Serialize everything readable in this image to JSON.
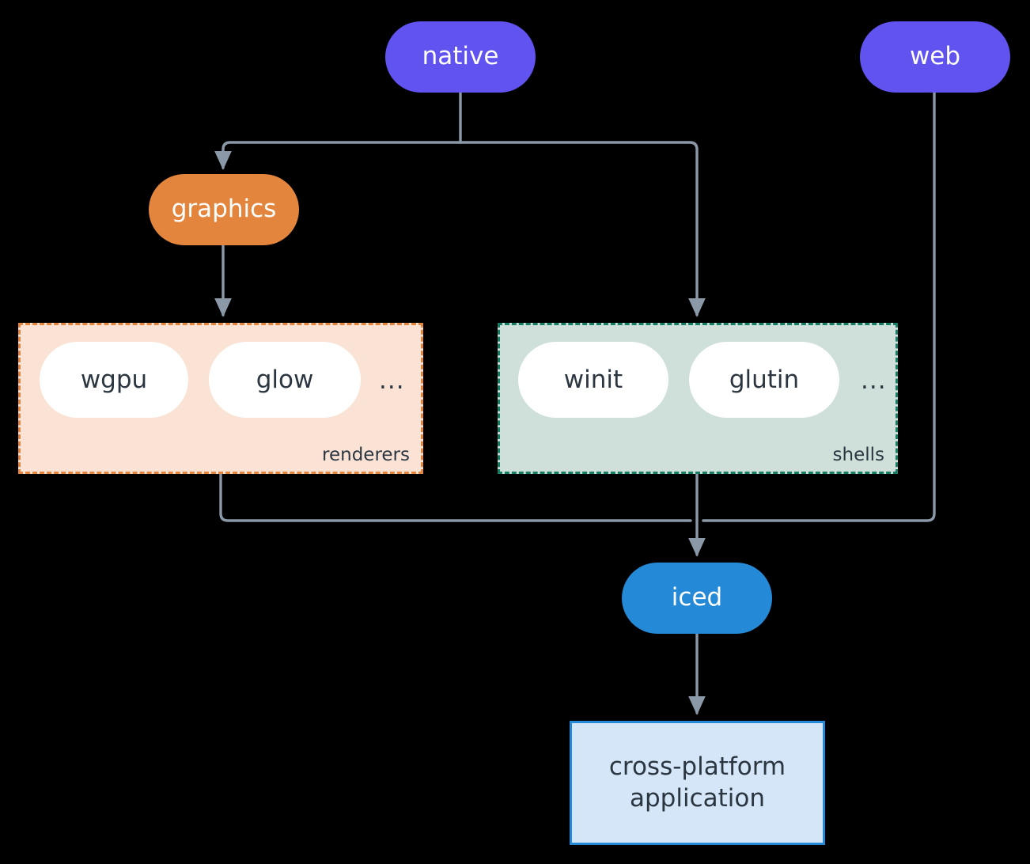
{
  "diagram": {
    "type": "flowchart",
    "background": "#000000",
    "edge_color": "#8a98a8",
    "nodes": {
      "native": {
        "label": "native",
        "shape": "stadium",
        "fill": "#6153f0",
        "text_color": "#ffffff"
      },
      "web": {
        "label": "web",
        "shape": "stadium",
        "fill": "#6153f0",
        "text_color": "#ffffff"
      },
      "graphics": {
        "label": "graphics",
        "shape": "stadium",
        "fill": "#e3853c",
        "text_color": "#ffffff"
      },
      "iced": {
        "label": "iced",
        "shape": "stadium",
        "fill": "#2489d6",
        "text_color": "#ffffff"
      },
      "application": {
        "line1": "cross-platform",
        "line2": "application",
        "shape": "rectangle",
        "fill": "#d4e6f8",
        "border": "#2489d6",
        "text_color": "#2b3641"
      }
    },
    "groups": {
      "renderers": {
        "label": "renderers",
        "fill": "#fae3d4",
        "border": "#e3853c",
        "border_style": "dashed",
        "items": [
          {
            "label": "wgpu"
          },
          {
            "label": "glow"
          }
        ],
        "ellipsis": "..."
      },
      "shells": {
        "label": "shells",
        "fill": "#cfdfd9",
        "border": "#157d63",
        "border_style": "dashed",
        "items": [
          {
            "label": "winit"
          },
          {
            "label": "glutin"
          }
        ],
        "ellipsis": "..."
      }
    },
    "edges": [
      {
        "from": "native",
        "to": "graphics"
      },
      {
        "from": "native",
        "to": "shells"
      },
      {
        "from": "graphics",
        "to": "renderers"
      },
      {
        "from": "renderers",
        "to": "iced"
      },
      {
        "from": "shells",
        "to": "iced"
      },
      {
        "from": "web",
        "to": "iced"
      },
      {
        "from": "iced",
        "to": "application"
      }
    ]
  }
}
